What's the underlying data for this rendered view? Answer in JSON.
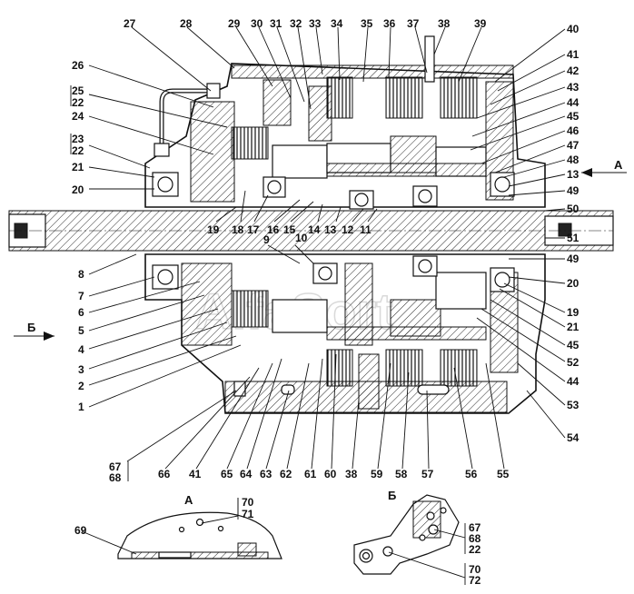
{
  "watermark": "AlfaSort",
  "view_labels": {
    "a_arrow": "А",
    "b_arrow": "Б",
    "a_view": "А",
    "b_view": "Б"
  },
  "callouts": {
    "top": [
      "27",
      "28",
      "29",
      "30",
      "31",
      "32",
      "33",
      "34",
      "35",
      "36",
      "37",
      "38",
      "39"
    ],
    "left": [
      "26",
      "25",
      "22",
      "24",
      "23",
      "22",
      "21",
      "20",
      "8",
      "7",
      "6",
      "5",
      "4",
      "3",
      "2",
      "1"
    ],
    "right": [
      "40",
      "41",
      "42",
      "43",
      "44",
      "45",
      "46",
      "47",
      "48",
      "13",
      "49",
      "50",
      "51",
      "49",
      "20",
      "19",
      "21",
      "45",
      "52",
      "44",
      "53",
      "54"
    ],
    "inner_upper": [
      "19",
      "18",
      "17",
      "16",
      "15",
      "14",
      "13",
      "12",
      "11"
    ],
    "inner_mid": [
      "9",
      "10"
    ],
    "bottom": [
      "67",
      "68",
      "66",
      "41",
      "65",
      "64",
      "63",
      "62",
      "61",
      "60",
      "38",
      "59",
      "58",
      "57",
      "56",
      "55"
    ],
    "view_a": [
      "69",
      "70",
      "71"
    ],
    "view_b": [
      "67",
      "68",
      "22",
      "70",
      "72"
    ]
  }
}
